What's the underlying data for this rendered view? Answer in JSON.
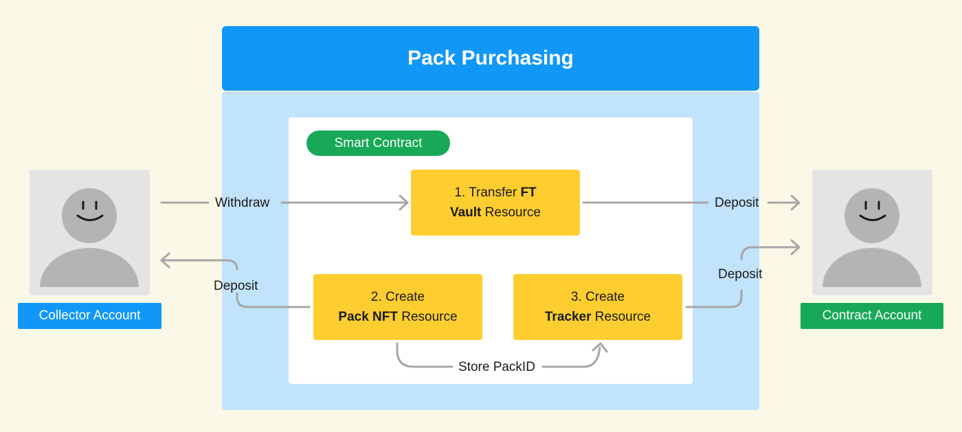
{
  "title": "Pack Purchasing",
  "smart_contract_label": "Smart Contract",
  "steps": {
    "transfer": {
      "line1": "1. Transfer ",
      "line1_bold": "FT",
      "line2_bold": "Vault",
      "line2": " Resource"
    },
    "create_pack": {
      "line1": "2. Create",
      "line2_bold": "Pack NFT",
      "line2": " Resource"
    },
    "create_tracker": {
      "line1": "3. Create",
      "line2_bold": "Tracker",
      "line2": " Resource"
    }
  },
  "flows": {
    "withdraw": "Withdraw",
    "deposit_collector": "Deposit",
    "deposit_contract_ft": "Deposit",
    "deposit_contract_tracker": "Deposit",
    "store_pack_id": "Store PackID"
  },
  "accounts": {
    "collector": {
      "label": "Collector Account",
      "color": "#1197f7"
    },
    "contract": {
      "label": "Contract Account",
      "color": "#17a957"
    }
  },
  "colors": {
    "background": "#fcf8e8",
    "title_bar": "#1197f7",
    "outer_panel": "#c2e3fc",
    "step_box": "#fecd2f",
    "pill": "#17a957",
    "arrow": "#a6a6a6"
  },
  "icons": [
    "smiley-person-icon",
    "arrow-icon"
  ]
}
